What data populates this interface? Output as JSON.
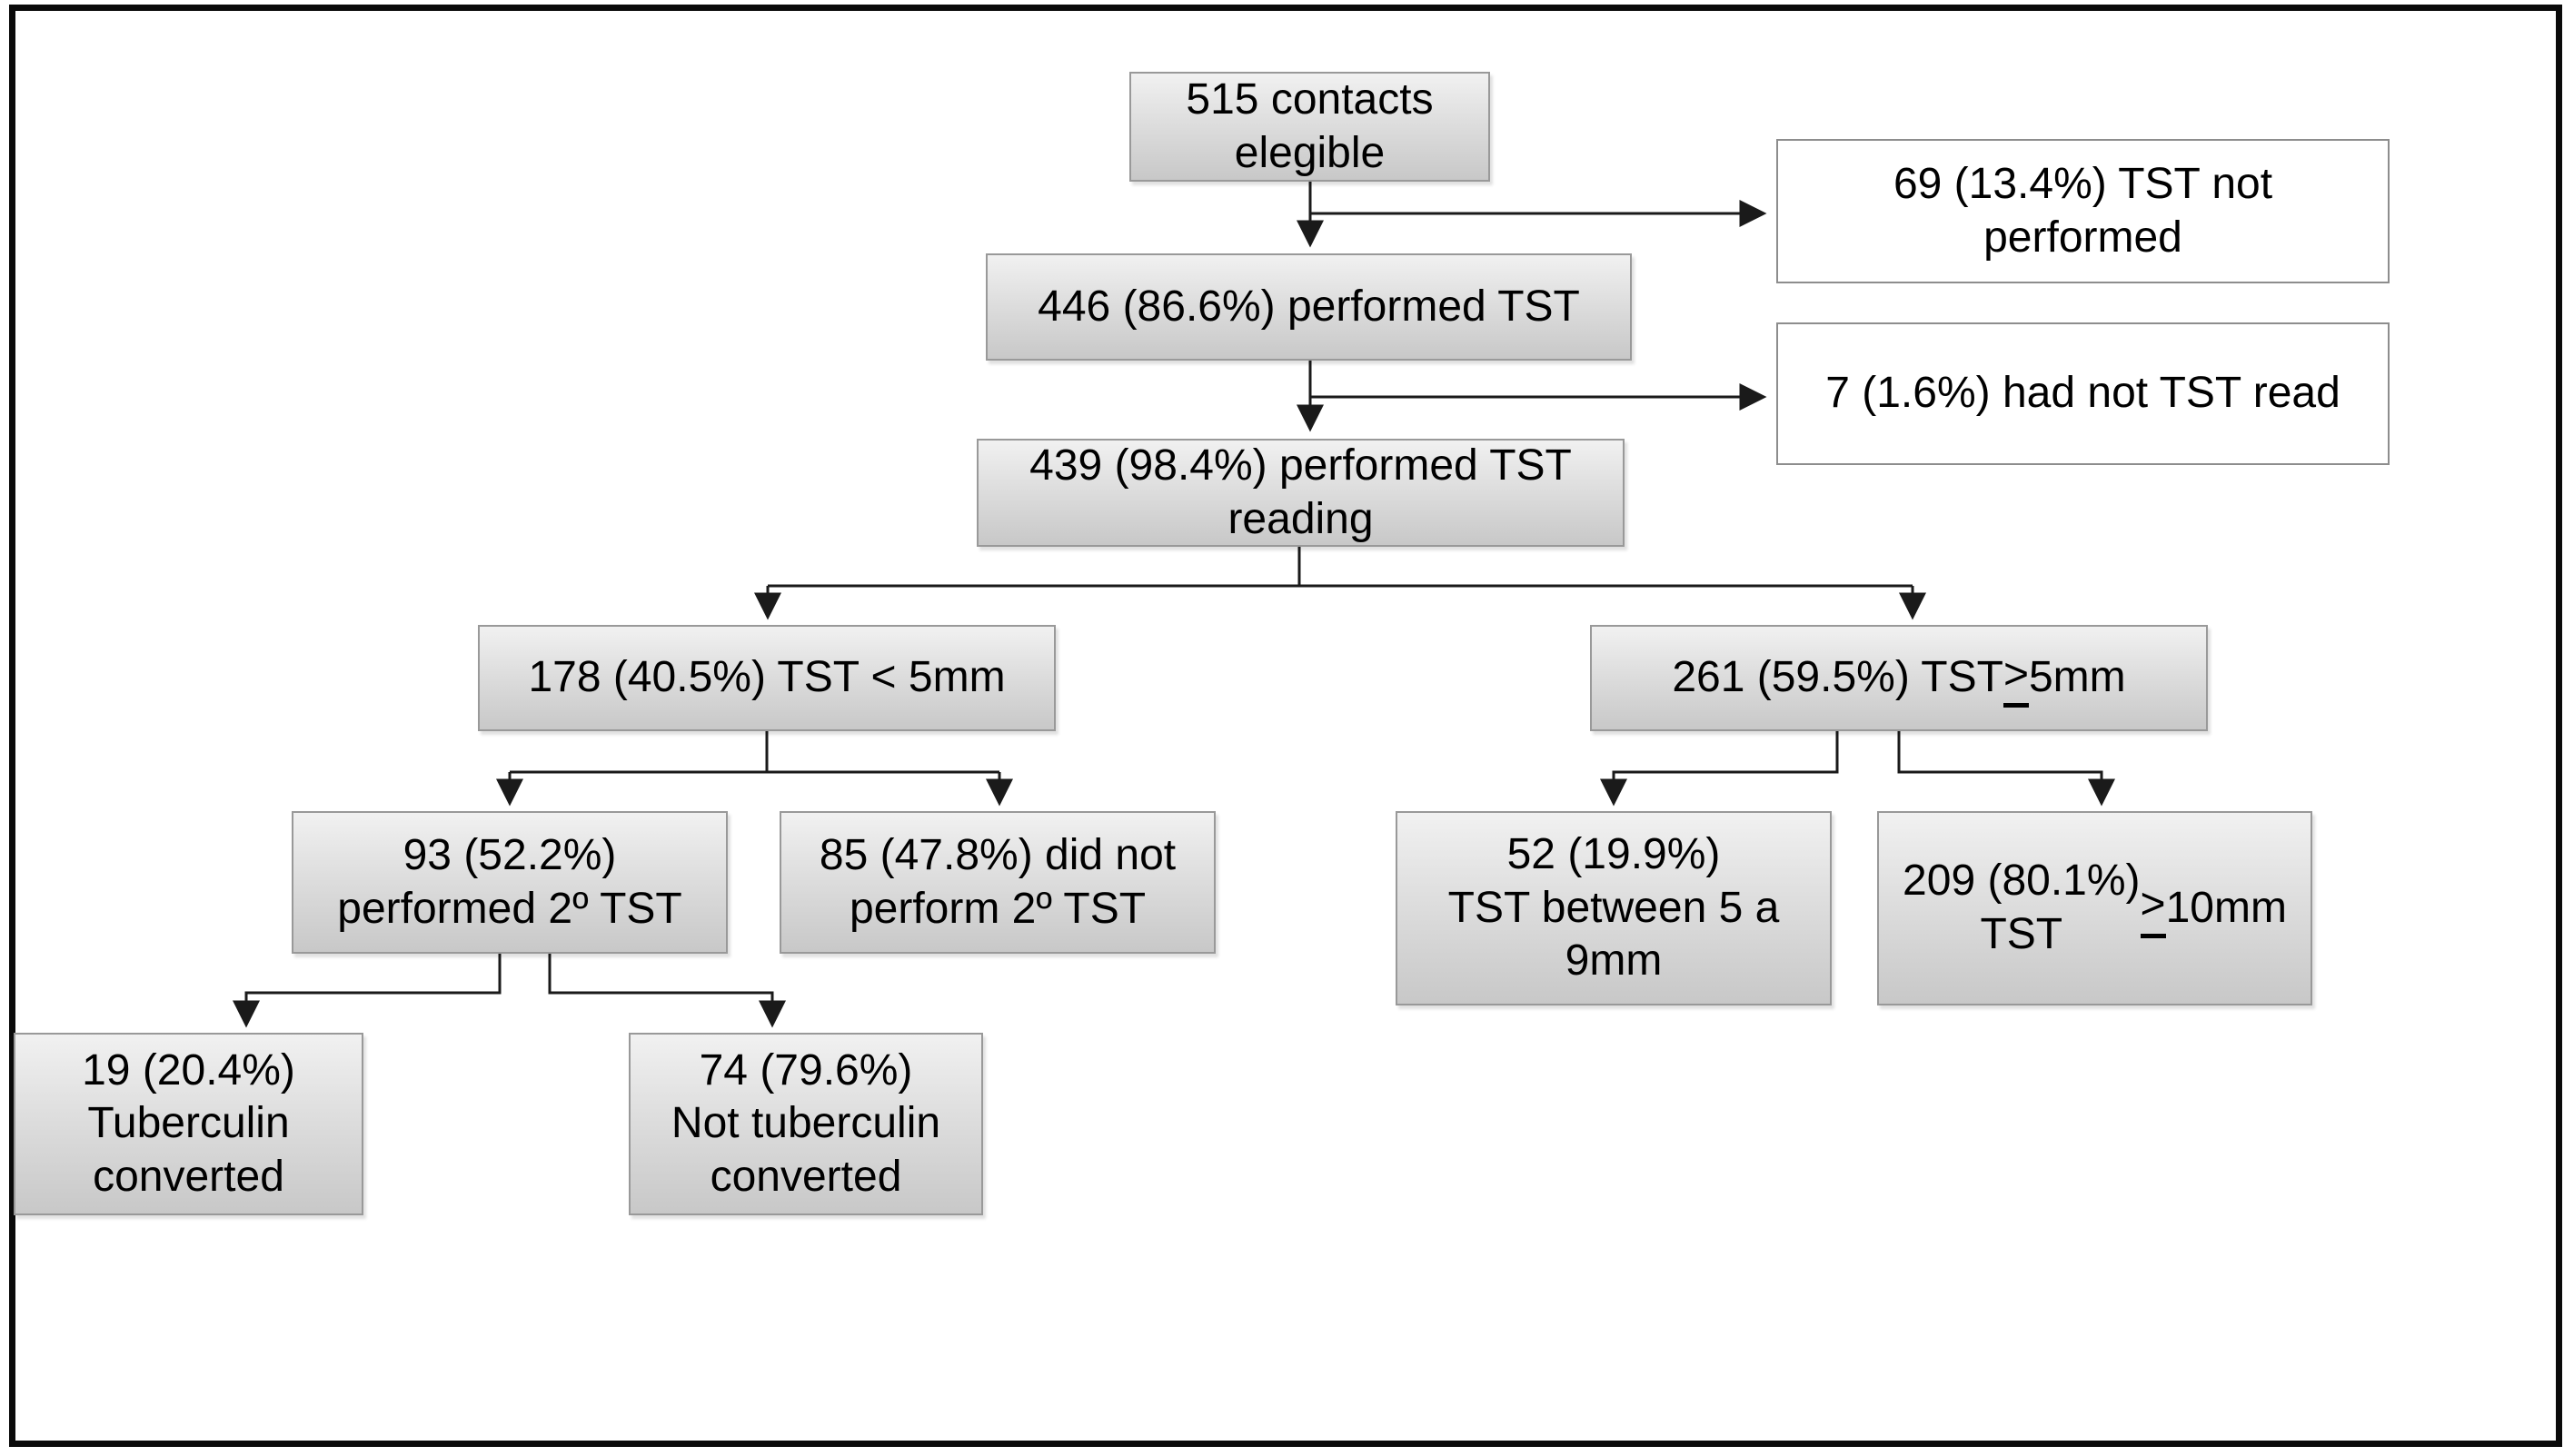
{
  "figure": {
    "type": "flowchart",
    "description_colors": {
      "background": "#ffffff",
      "frame_border": "#0a0a0a",
      "gray_box_fill_top": "#f1f1f1",
      "gray_box_fill_bottom": "#c8c8c8",
      "gray_box_border": "#999999",
      "white_box_fill": "#ffffff",
      "white_box_border": "#8d8d8d",
      "connector_color": "#1a1a1a",
      "text_color": "#000000"
    }
  },
  "nodes": {
    "eligible": {
      "label": "515 contacts\nelegible"
    },
    "tst_not_performed": {
      "label": "69 (13.4%) TST not\nperformed"
    },
    "performed_tst": {
      "label": "446 (86.6%) performed TST"
    },
    "tst_not_read": {
      "label": "7 (1.6%) had not TST read"
    },
    "tst_reading": {
      "label": "439 (98.4%) performed TST\nreading"
    },
    "tst_lt_5mm": {
      "label": "178 (40.5%) TST < 5mm"
    },
    "tst_ge_5mm": {
      "label": "261 (59.5%) TST ≥ 5mm"
    },
    "second_tst": {
      "label": "93 (52.2%)\nperformed 2º TST"
    },
    "no_second_tst": {
      "label": "85 (47.8%) did not\nperform 2º TST"
    },
    "tst_5_to_9mm": {
      "label": "52 (19.9%)\nTST between 5 a\n9mm"
    },
    "tst_ge_10mm": {
      "label": "209 (80.1%)\nTST ≥ 10mm"
    },
    "converted": {
      "label": "19 (20.4%)\nTuberculin\nconverted"
    },
    "not_converted": {
      "label": "74 (79.6%)\nNot tuberculin\nconverted"
    }
  }
}
